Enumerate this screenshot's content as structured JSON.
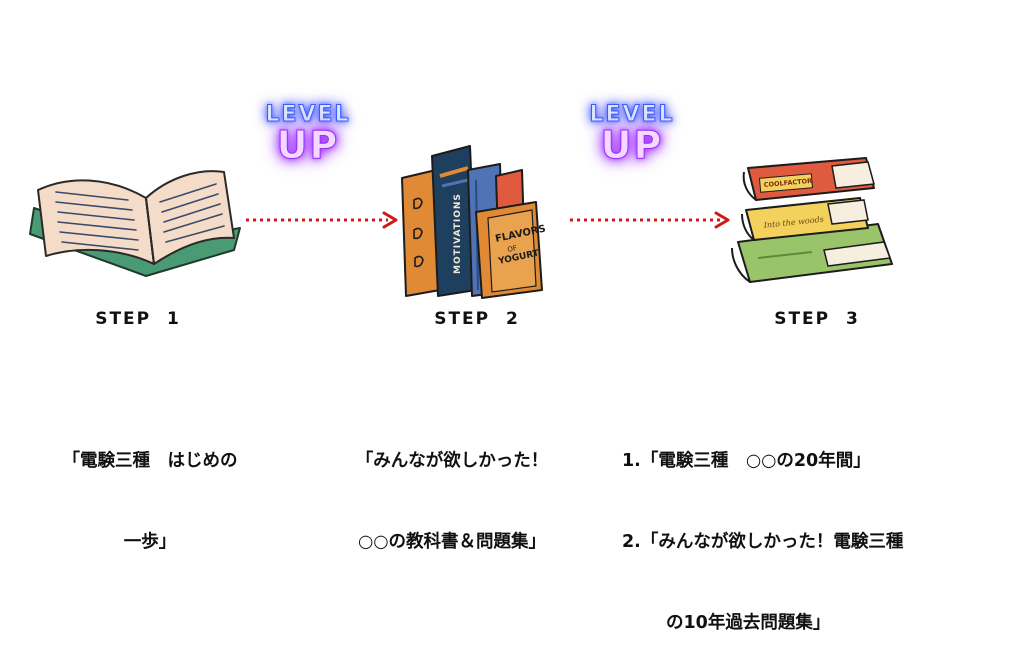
{
  "level_up_badges": [
    {
      "level": "LEVEL",
      "up": "UP"
    },
    {
      "level": "LEVEL",
      "up": "UP"
    }
  ],
  "steps": [
    {
      "label": "STEP  1",
      "book_texts": [],
      "desc_lines": [
        "「電験三種　はじめの",
        "一歩」"
      ]
    },
    {
      "label": "STEP  2",
      "book_texts": [
        "MOTIVATIONS",
        "FLAVORS",
        "OF",
        "YOGURT"
      ],
      "desc_lines": [
        "「みんなが欲しかった！",
        "○○の教科書＆問題集」"
      ]
    },
    {
      "label": "STEP  3",
      "book_texts": [
        "COOLFACTOR",
        "Into the woods"
      ],
      "desc_lines": [
        "1.「電験三種　○○の20年間」",
        "2.「みんなが欲しかった！電験三種",
        "の10年過去問題集」"
      ]
    }
  ],
  "colors": {
    "arrow": "#d01818",
    "book1_cover": "#4a9a73",
    "book1_pages": "#f4dcc8",
    "book_orange": "#e08a35",
    "book_navy": "#1f3f5e",
    "book_blue": "#4f73b5",
    "book_red": "#e05a40",
    "book_yellow": "#f2d25c",
    "book_green": "#9ac46a",
    "level_glow": "#3a5cff",
    "up_glow": "#9a2cff"
  }
}
